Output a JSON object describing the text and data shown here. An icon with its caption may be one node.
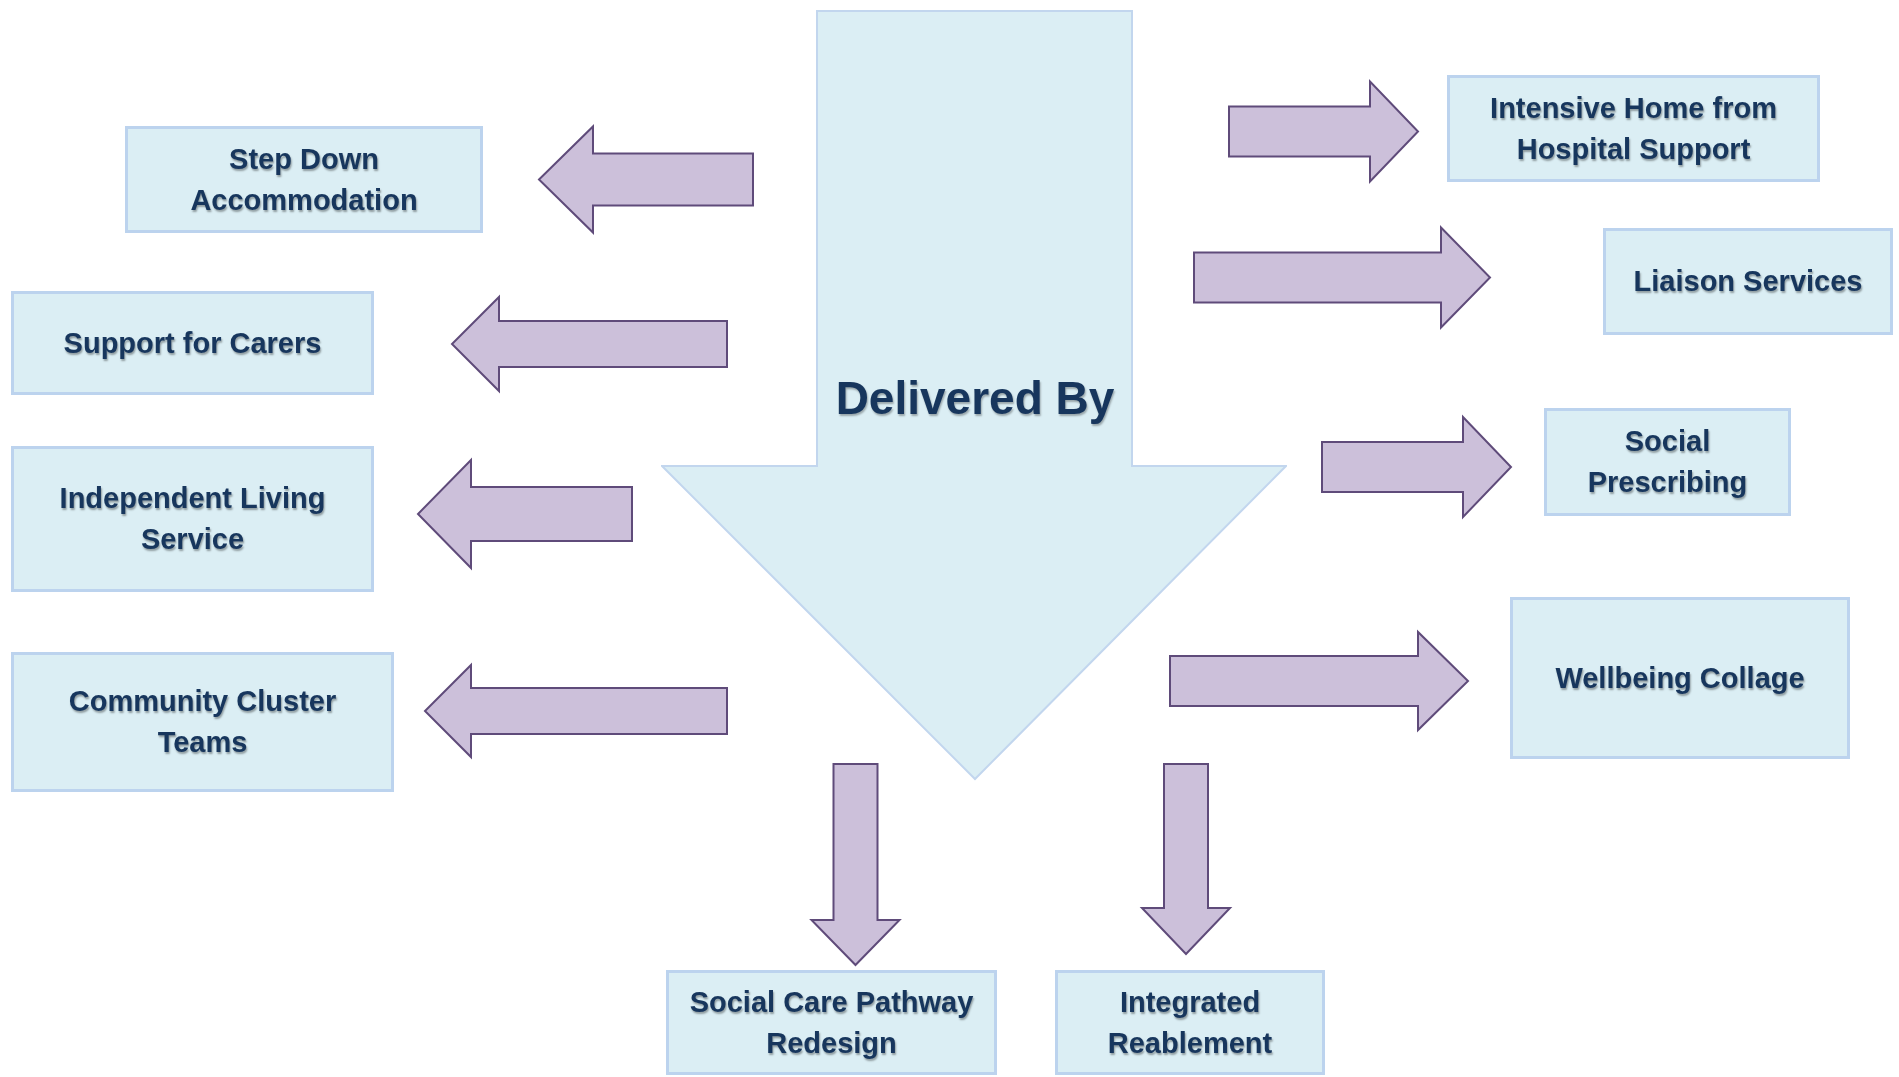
{
  "diagram": {
    "nodes": [
      {
        "text": [
          "Delivered By"
        ]
      },
      {
        "text": [
          "Step Down Accommodation"
        ]
      },
      {
        "text": [
          "Support for Carers"
        ]
      },
      {
        "text": [
          "Independent Living Service"
        ]
      },
      {
        "text": [
          "Community Cluster Teams"
        ]
      },
      {
        "text": [
          "Intensive Home from Hospital Support"
        ]
      },
      {
        "text": [
          "Liaison Services"
        ]
      },
      {
        "text": [
          "Social Prescribing"
        ]
      },
      {
        "text": [
          "Wellbeing Collage"
        ]
      },
      {
        "text": [
          "Social Care Pathway Redesign"
        ]
      },
      {
        "text": [
          "Integrated Reablement"
        ]
      }
    ],
    "edges": [
      {
        "from": 0,
        "to": 1,
        "arrow": "to"
      },
      {
        "from": 0,
        "to": 2,
        "arrow": "to"
      },
      {
        "from": 0,
        "to": 3,
        "arrow": "to"
      },
      {
        "from": 0,
        "to": 4,
        "arrow": "to"
      },
      {
        "from": 0,
        "to": 5,
        "arrow": "to"
      },
      {
        "from": 0,
        "to": 6,
        "arrow": "to"
      },
      {
        "from": 0,
        "to": 7,
        "arrow": "to"
      },
      {
        "from": 0,
        "to": 8,
        "arrow": "to"
      },
      {
        "from": 0,
        "to": 9,
        "arrow": "to"
      },
      {
        "from": 0,
        "to": 10,
        "arrow": "to"
      }
    ]
  }
}
